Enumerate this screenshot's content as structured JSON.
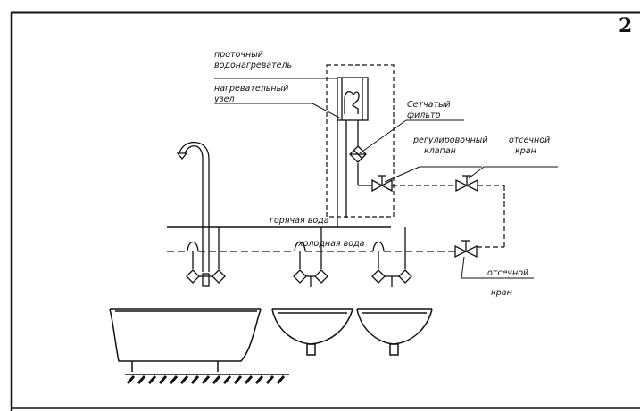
{
  "sheet_number": "2",
  "labels": {
    "water_heater": [
      "проточный",
      "водонагреватель"
    ],
    "heating_unit": [
      "нагревательный",
      "узел"
    ],
    "mesh_filter": [
      "Сетчатый",
      "фильтр"
    ],
    "control_valve": [
      "регулировочный",
      "клапан"
    ],
    "shutoff_valve_top": [
      "отсечной",
      "кран"
    ],
    "shutoff_valve_bottom": [
      "отсечной",
      "кран"
    ],
    "hot_water": "горячая вода",
    "cold_water": "холодная вода"
  }
}
